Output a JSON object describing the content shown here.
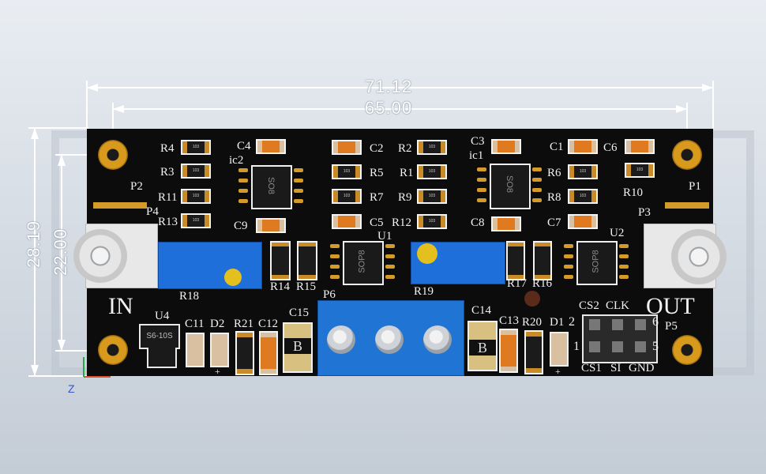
{
  "dimensions": {
    "overall_width": "71.12",
    "hole_spacing_x": "65.00",
    "overall_height": "28.19",
    "hole_spacing_y": "22.00"
  },
  "connectors": {
    "input": "IN",
    "output": "OUT"
  },
  "designators": {
    "R1": "R1",
    "R2": "R2",
    "R3": "R3",
    "R4": "R4",
    "R5": "R5",
    "R6": "R6",
    "R7": "R7",
    "R8": "R8",
    "R9": "R9",
    "R10": "R10",
    "R11": "R11",
    "R12": "R12",
    "R13": "R13",
    "R14": "R14",
    "R15": "R15",
    "R16": "R16",
    "R17": "R17",
    "R18": "R18",
    "R19": "R19",
    "R20": "R20",
    "R21": "R21",
    "C1": "C1",
    "C2": "C2",
    "C3": "C3",
    "C4": "C4",
    "C5": "C5",
    "C6": "C6",
    "C7": "C7",
    "C8": "C8",
    "C9": "C9",
    "C11": "C11",
    "C12": "C12",
    "C13": "C13",
    "C14": "C14",
    "C15": "C15",
    "D1": "D1",
    "D2": "D2",
    "U1": "U1",
    "U2": "U2",
    "U4": "U4",
    "ic1": "ic1",
    "ic2": "ic2",
    "P1": "P1",
    "P2": "P2",
    "P3": "P3",
    "P4": "P4",
    "P5": "P5",
    "P6": "P6"
  },
  "chip_markings": {
    "ic1": "SO8",
    "ic2": "SO8",
    "U1": "SOP8",
    "U2": "SOP8",
    "U4": "S6-10S"
  },
  "header_labels": {
    "cs2": "CS2",
    "clk": "CLK",
    "cs1": "CS1",
    "si": "SI",
    "gnd": "GND",
    "pin2": "2",
    "pin1": "1",
    "pin6": "6",
    "pin5": "5"
  },
  "polarity_marks": {
    "d2_plus": "+",
    "d1_plus": "+",
    "c15_mark": "B",
    "c14_mark": "B"
  },
  "axis_indicator": "Z",
  "colors": {
    "board": "#0c0c0c",
    "silkscreen": "#f2f2f2",
    "pad_gold": "#d79a1c",
    "trimmer_blue": "#1e6fd9",
    "terminal_blue": "#1f74d4"
  }
}
